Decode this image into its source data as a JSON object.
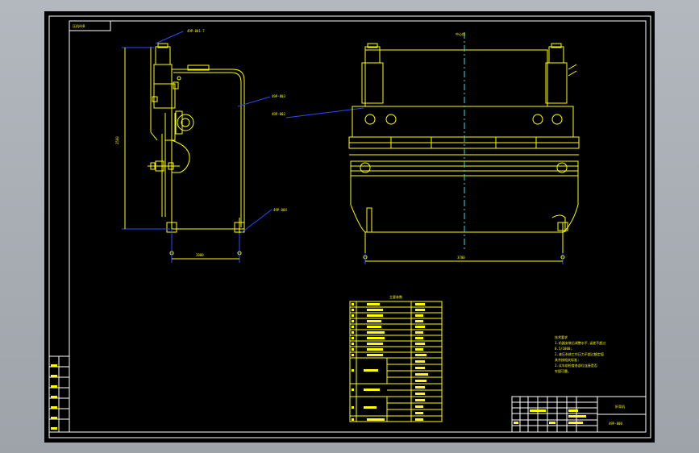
{
  "labels": {
    "title_block": "压机A4B",
    "callout_1": "49P-001-7",
    "callout_2": "49P-003",
    "callout_3": "49P-002",
    "callout_4": "49P-004",
    "dim_left_height": "2500",
    "dim_left_width": "2000",
    "front_label": "中心线",
    "dim_right_width": "3700",
    "table_title": "主要参数",
    "notes_heading": "技术要求",
    "notes": [
      "1.机器安装后调整水平,误差不超过",
      "  0.5/1000;",
      "2.液压系统工作压力不超过额定值",
      "  其余按相关标准;",
      "3.试车前检查各部位连接是否",
      "  牢固可靠。"
    ],
    "drawing_name": "折弯机",
    "drawing_code": "49P-000"
  },
  "colors": {
    "background": "#000000",
    "line": "#ffff00",
    "frame": "#ffffff",
    "dimension": "#2b4cff",
    "center": "#3fd6d6"
  }
}
